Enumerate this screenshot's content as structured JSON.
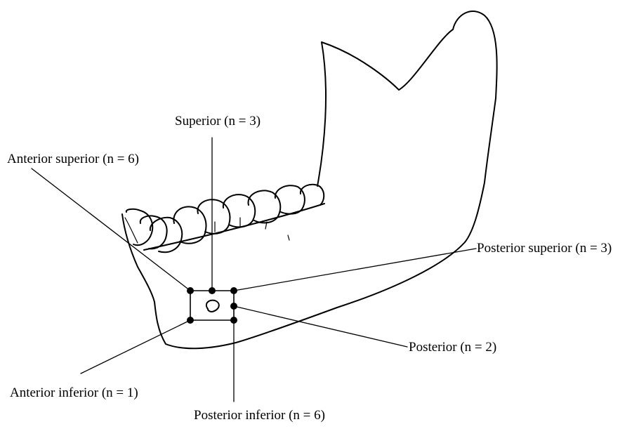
{
  "labels": {
    "superior": "Superior (n = 3)",
    "anterior_superior": "Anterior superior (n = 6)",
    "posterior_superior": "Posterior superior (n = 3)",
    "posterior": "Posterior (n = 2)",
    "anterior_inferior": "Anterior inferior (n = 1)",
    "posterior_inferior": "Posterior inferior (n = 6)"
  },
  "colors": {
    "ink": "#000000",
    "background": "#ffffff"
  }
}
